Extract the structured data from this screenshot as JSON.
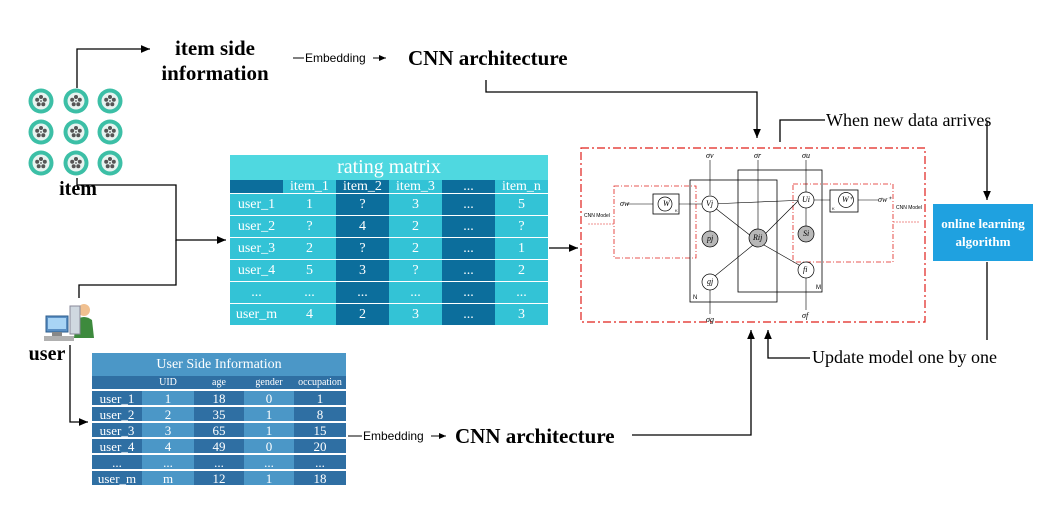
{
  "colors": {
    "matrix_title": "#4fd8e0",
    "matrix_light": "#33c3d6",
    "matrix_dark": "#0c6e9c",
    "side_light": "#4b97c7",
    "side_dark": "#2f6fa3",
    "online_box": "#1fa1e0",
    "dashed_red": "#e0201b"
  },
  "item_side": {
    "title_line1": "item side",
    "title_line2": "information",
    "embedding": "Embedding",
    "cnn": "CNN architecture"
  },
  "item_label": "item",
  "user_label": "user",
  "rating_matrix": {
    "title": "rating matrix",
    "columns": [
      "item_1",
      "item_2",
      "item_3",
      "...",
      "item_n"
    ],
    "rows": [
      {
        "label": "user_1",
        "cells": [
          "1",
          "?",
          "3",
          "...",
          "5"
        ]
      },
      {
        "label": "user_2",
        "cells": [
          "?",
          "4",
          "2",
          "...",
          "?"
        ]
      },
      {
        "label": "user_3",
        "cells": [
          "2",
          "?",
          "2",
          "...",
          "1"
        ]
      },
      {
        "label": "user_4",
        "cells": [
          "5",
          "3",
          "?",
          "...",
          "2"
        ]
      },
      {
        "label": "...",
        "cells": [
          "...",
          "...",
          "...",
          "...",
          "..."
        ]
      },
      {
        "label": "user_m",
        "cells": [
          "4",
          "2",
          "3",
          "...",
          "3"
        ]
      }
    ]
  },
  "user_side": {
    "title": "User Side Information",
    "columns": [
      "UID",
      "age",
      "gender",
      "occupation"
    ],
    "rows": [
      {
        "label": "user_1",
        "cells": [
          "1",
          "18",
          "0",
          "1"
        ]
      },
      {
        "label": "user_2",
        "cells": [
          "2",
          "35",
          "1",
          "8"
        ]
      },
      {
        "label": "user_3",
        "cells": [
          "3",
          "65",
          "1",
          "15"
        ]
      },
      {
        "label": "user_4",
        "cells": [
          "4",
          "49",
          "0",
          "20"
        ]
      },
      {
        "label": "...",
        "cells": [
          "...",
          "...",
          "...",
          "..."
        ]
      },
      {
        "label": "user_m",
        "cells": [
          "m",
          "12",
          "1",
          "18"
        ]
      }
    ],
    "embedding": "Embedding",
    "cnn": "CNN architecture"
  },
  "model": {
    "cnn_model_left": "CNN Model",
    "cnn_model_right": "CNN Model",
    "w_left": "W",
    "k_left": "K",
    "w_right": "W⁺",
    "k_right": "K",
    "sigma_w_left": "σw",
    "sigma_w_right": "σw⁺",
    "V": "Vj",
    "p": "pj",
    "R": "Rij",
    "U": "Ui",
    "S": "Si",
    "g": "gj",
    "f": "fi",
    "N": "N",
    "M": "M",
    "sigma_v": "σv",
    "sigma_r": "σr",
    "sigma_u": "σu",
    "sigma_g": "σg",
    "sigma_f": "σf"
  },
  "when_new_data": "When new data arrives",
  "online_learning": {
    "line1": "online learning",
    "line2": "algorithm"
  },
  "update_model": "Update model one by one"
}
